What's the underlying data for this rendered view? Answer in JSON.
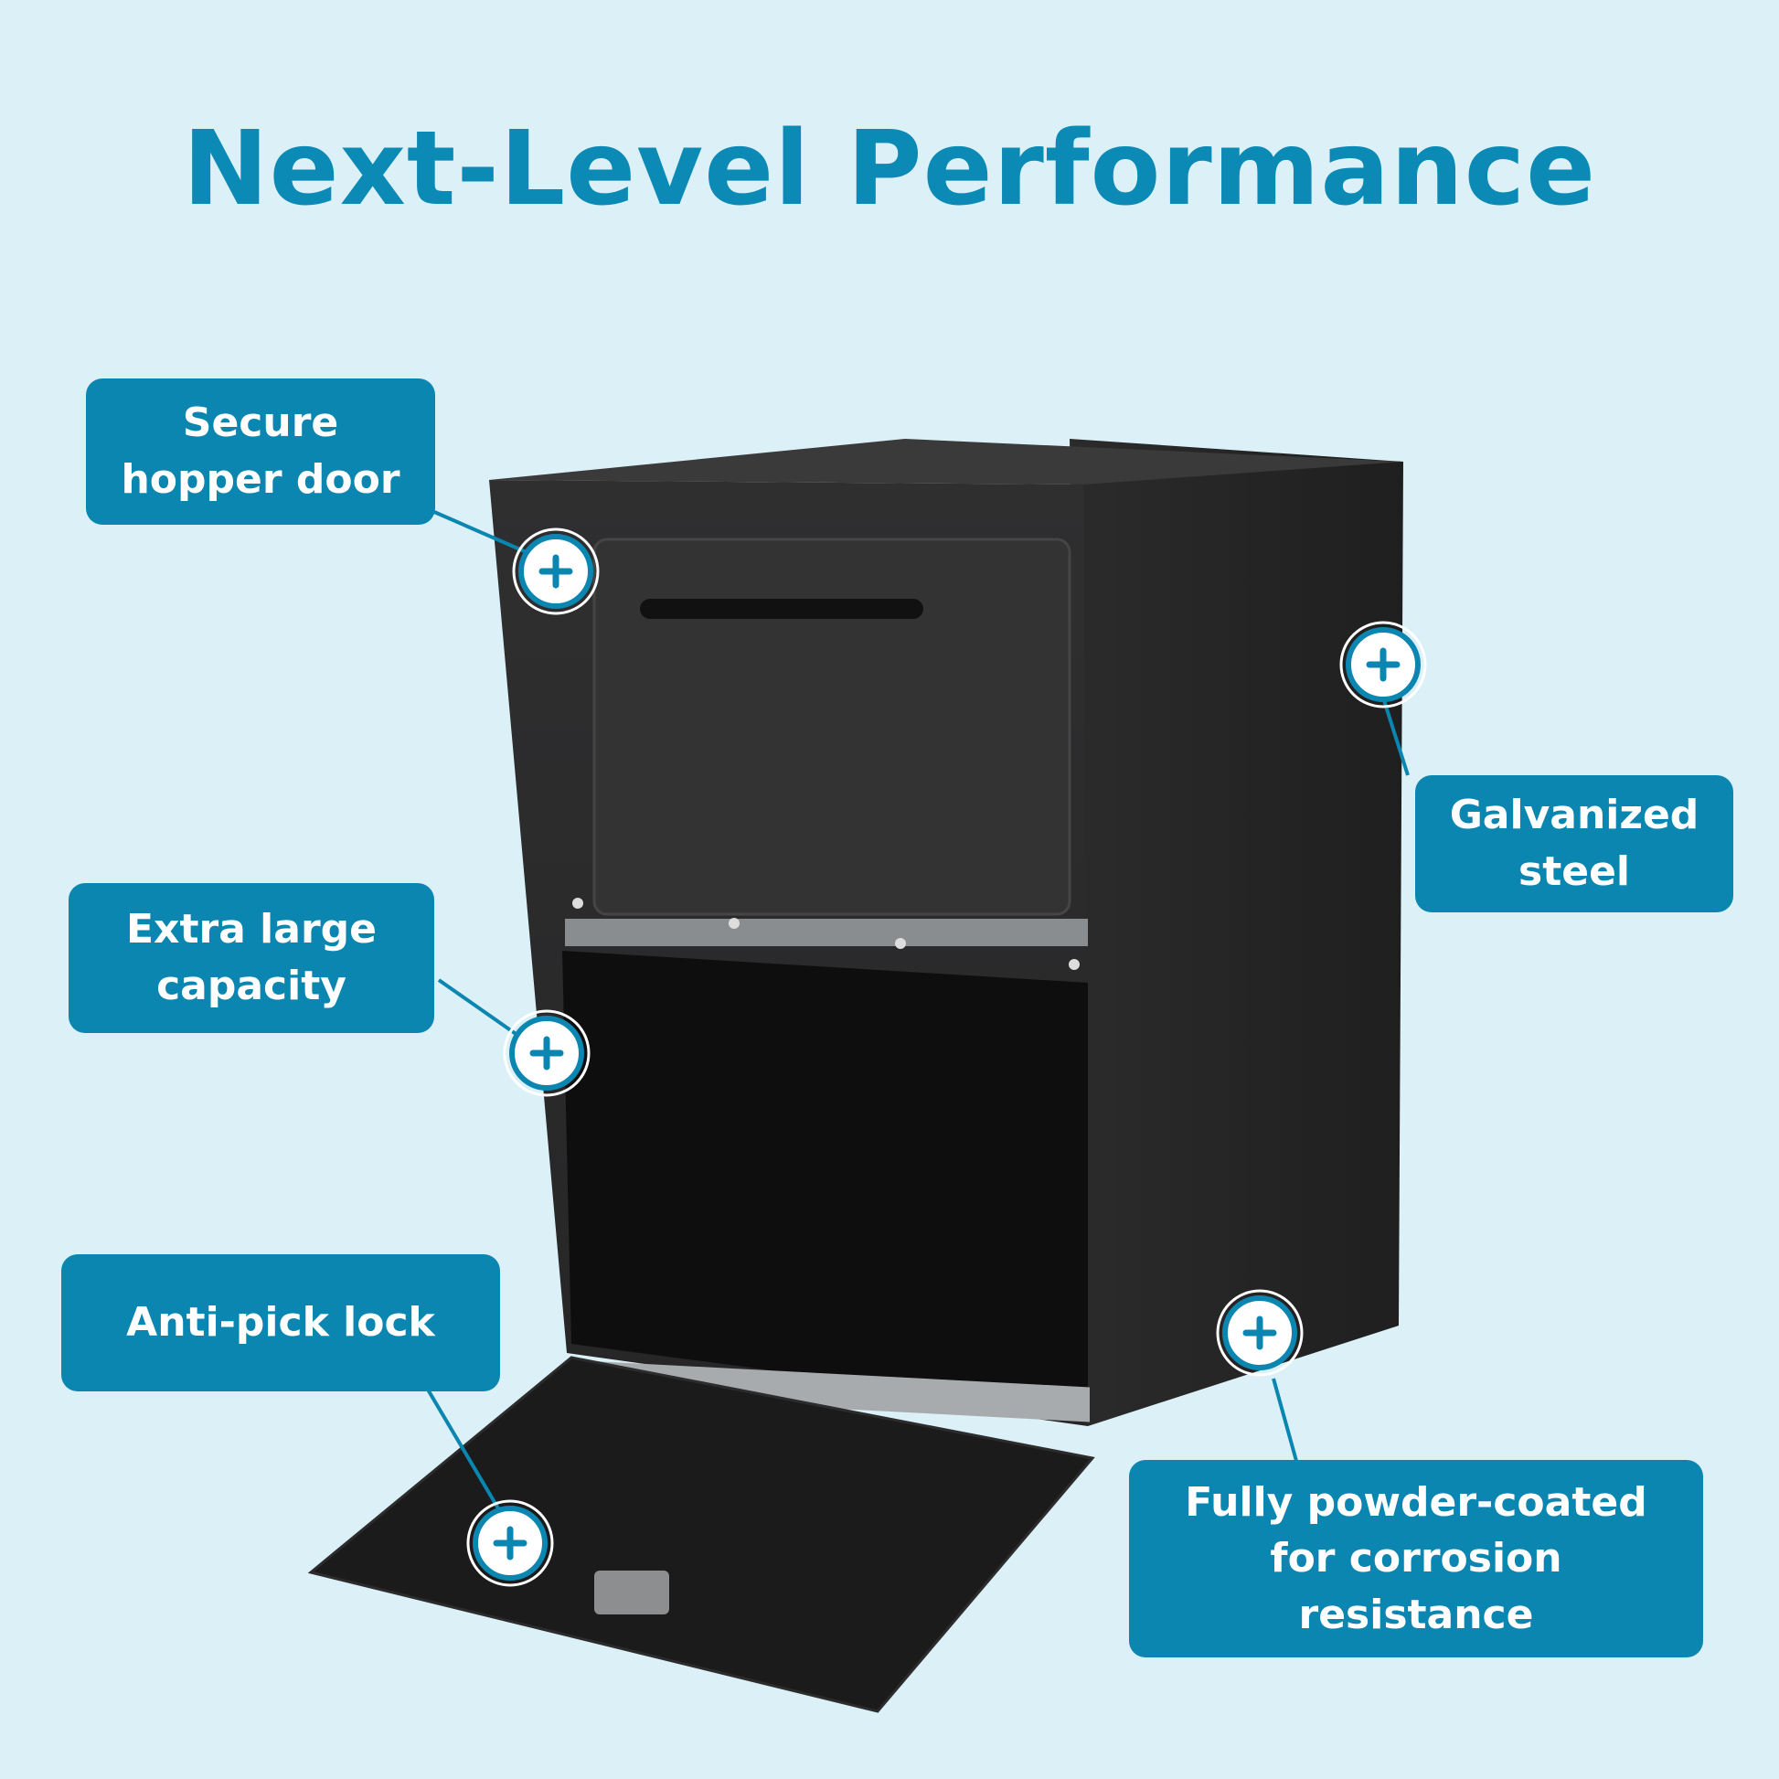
{
  "title": "Next-Level Performance",
  "colors": {
    "background": "#dcf0f8",
    "accent": "#0b86b0",
    "title": "#0a8ab4",
    "mailbox": "#2a2a2a"
  },
  "callouts": [
    {
      "label": "Secure\nhopper door",
      "icon": "plus-icon"
    },
    {
      "label": "Galvanized\nsteel",
      "icon": "plus-icon"
    },
    {
      "label": "Extra large\ncapacity",
      "icon": "plus-icon"
    },
    {
      "label": "Anti-pick lock",
      "icon": "plus-icon"
    },
    {
      "label": "Fully powder-coated\nfor corrosion resistance",
      "icon": "plus-icon"
    }
  ]
}
